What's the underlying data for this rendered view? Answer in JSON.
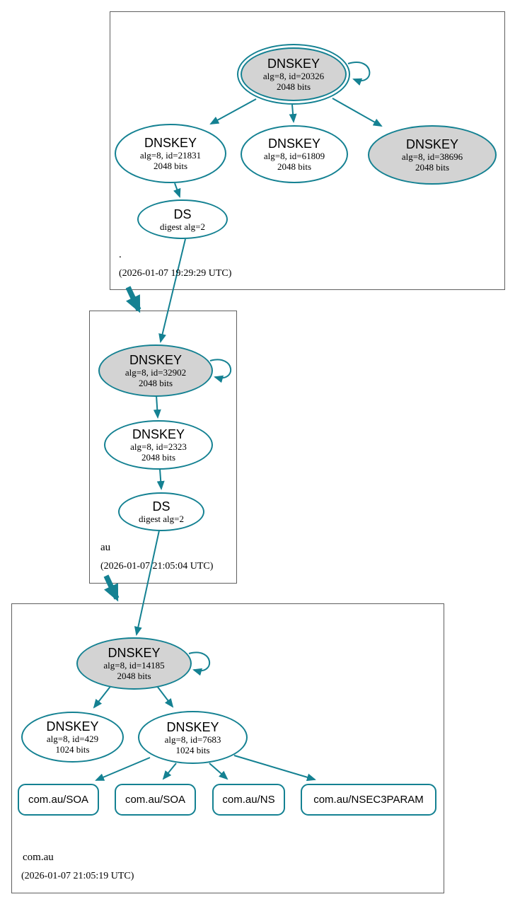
{
  "colors": {
    "edge_teal": "#148192",
    "ksk_fill": "#d3d3d3",
    "node_fill": "#ffffff",
    "zone_box_border": "#5f5f5f"
  },
  "zones": [
    {
      "label": ".",
      "timestamp": "(2026-01-07 19:29:29 UTC)",
      "nodes": {
        "ksk20326": {
          "title": "DNSKEY",
          "detail1": "alg=8, id=20326",
          "detail2": "2048 bits"
        },
        "key21831": {
          "title": "DNSKEY",
          "detail1": "alg=8, id=21831",
          "detail2": "2048 bits"
        },
        "key61809": {
          "title": "DNSKEY",
          "detail1": "alg=8, id=61809",
          "detail2": "2048 bits"
        },
        "key38696": {
          "title": "DNSKEY",
          "detail1": "alg=8, id=38696",
          "detail2": "2048 bits"
        },
        "ds": {
          "title": "DS",
          "detail1": "digest alg=2"
        }
      }
    },
    {
      "label": "au",
      "timestamp": "(2026-01-07 21:05:04 UTC)",
      "nodes": {
        "ksk32902": {
          "title": "DNSKEY",
          "detail1": "alg=8, id=32902",
          "detail2": "2048 bits"
        },
        "key2323": {
          "title": "DNSKEY",
          "detail1": "alg=8, id=2323",
          "detail2": "2048 bits"
        },
        "ds": {
          "title": "DS",
          "detail1": "digest alg=2"
        }
      }
    },
    {
      "label": "com.au",
      "timestamp": "(2026-01-07 21:05:19 UTC)",
      "nodes": {
        "ksk14185": {
          "title": "DNSKEY",
          "detail1": "alg=8, id=14185",
          "detail2": "2048 bits"
        },
        "key429": {
          "title": "DNSKEY",
          "detail1": "alg=8, id=429",
          "detail2": "1024 bits"
        },
        "key7683": {
          "title": "DNSKEY",
          "detail1": "alg=8, id=7683",
          "detail2": "1024 bits"
        }
      },
      "rrsets": [
        "com.au/SOA",
        "com.au/SOA",
        "com.au/NS",
        "com.au/NSEC3PARAM"
      ]
    }
  ]
}
